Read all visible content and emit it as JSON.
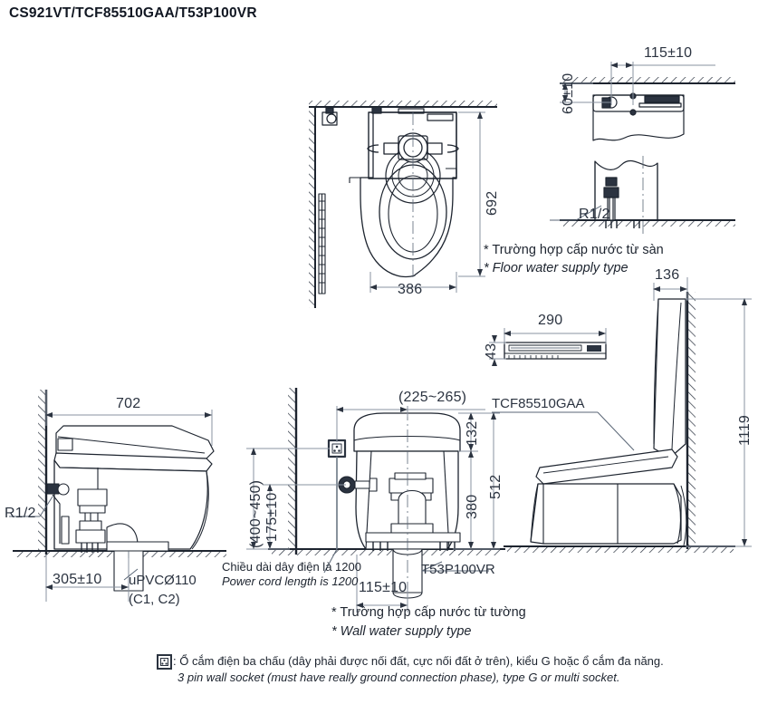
{
  "title": "CS921VT/TCF85510GAA/T53P100VR",
  "views": {
    "plan_top": {
      "name": "plan-view",
      "dim_depth": "692",
      "dim_width": "386"
    },
    "floor_supply_detail": {
      "dim_horizontal": "115±10",
      "dim_vertical": "60±10",
      "thread_label": "R1/2",
      "caption_vi": "* Trường hợp cấp nước từ sàn",
      "caption_en": "* Floor water supply type"
    },
    "remote": {
      "model": "TCF85510GAA",
      "dim_width": "290",
      "dim_height": "43"
    },
    "lid_open_side": {
      "dim_top": "136",
      "dim_height": "1119"
    },
    "left_side": {
      "dim_length": "702",
      "thread_label": "R1/2",
      "dim_offset": "305±10",
      "drain_label_1": "uPVCØ110",
      "drain_label_2": "(C1, C2)"
    },
    "front_center": {
      "dim_range_top": "(225~265)",
      "dim_tank_top": "132",
      "dim_mid": "380",
      "dim_total": "512",
      "dim_socket_height": "175±10",
      "dim_socket_range": "(400~450)",
      "dim_drain_offset": "115±10",
      "trap_model": "T53P100VR",
      "cord_note_vi": "Chiều dài dây điện là 1200",
      "cord_note_en": "Power cord length is 1200",
      "caption_vi": "* Trường hợp cấp nước từ tường",
      "caption_en": "* Wall water supply type"
    }
  },
  "footnote": {
    "icon": "wall-socket-icon",
    "line_vi": ": Ổ cắm điện ba chấu (dây phải được nối đất, cực nối đất ở trên), kiểu G hoặc ổ cắm đa năng.",
    "line_en": "3 pin wall socket (must have really ground connection phase), type G or multi socket."
  },
  "colors": {
    "text": "#2b3340",
    "line": "#1d242f",
    "dim_line": "#8a93a0",
    "hatch": "#2b3340"
  }
}
